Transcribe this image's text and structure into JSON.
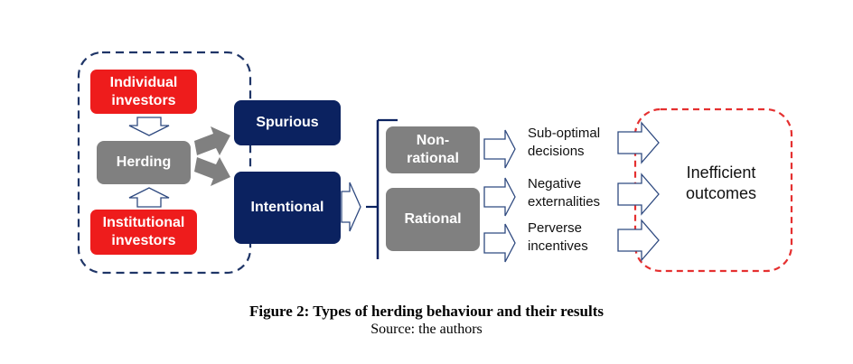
{
  "nodes": {
    "individual_investors": "Individual investors",
    "herding": "Herding",
    "institutional_investors": "Institutional investors",
    "spurious": "Spurious",
    "intentional": "Intentional",
    "non_rational": "Non-rational",
    "rational": "Rational"
  },
  "results": {
    "sub_optimal": "Sub-optimal decisions",
    "negative_externalities": "Negative externalities",
    "perverse_incentives": "Perverse incentives"
  },
  "outcome": "Inefficient outcomes",
  "caption": {
    "title": "Figure 2: Types of herding behaviour and their results",
    "source": "Source: the authors"
  },
  "colors": {
    "red": "#ee1c1c",
    "navy": "#0b2260",
    "gray": "#808080",
    "navy_dash": "#1f3567",
    "red_dash": "#e53030",
    "arrow_outline": "#2f4a80"
  }
}
